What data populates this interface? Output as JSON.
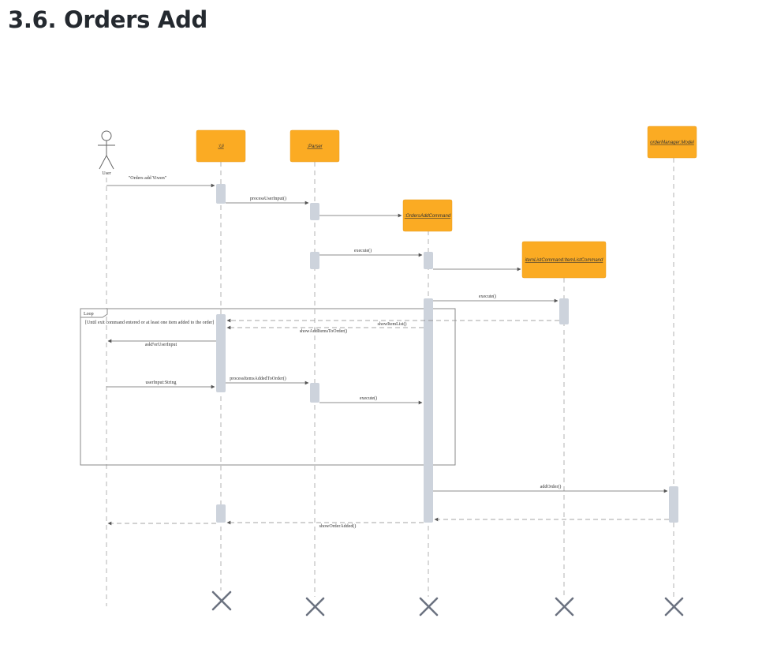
{
  "page": {
    "title": "3.6. Orders Add"
  },
  "colors": {
    "box": "#fbab23",
    "activation": "#cdd3dc",
    "line": "#666666",
    "lifeline": "#b3b3b3",
    "loop": "#8a8a8a",
    "destroy": "#6b7280"
  },
  "actor": {
    "name": "User"
  },
  "participants": [
    {
      "id": "ui",
      "label": ":Ui"
    },
    {
      "id": "parser",
      "label": ":Parser"
    },
    {
      "id": "oac",
      "label": ":OrdersAddCommand"
    },
    {
      "id": "ilc",
      "label": "itemListCommand:ItemListCommand"
    },
    {
      "id": "model",
      "label": "orderManager:Model"
    }
  ],
  "loop": {
    "title": "Loop",
    "guard": "[Until exit command entered or at least one item added to the order]"
  },
  "messages": [
    {
      "id": "m1",
      "label": "\"Orders add Yiwen\""
    },
    {
      "id": "m2",
      "label": "processUserInput()"
    },
    {
      "id": "m3",
      "label": ""
    },
    {
      "id": "m4",
      "label": "execute()"
    },
    {
      "id": "m5",
      "label": ""
    },
    {
      "id": "m6",
      "label": "execute()"
    },
    {
      "id": "m7",
      "label": "showItemList()"
    },
    {
      "id": "m8",
      "label": "showAddItemsToOrder()"
    },
    {
      "id": "m9",
      "label": "askForUserInput"
    },
    {
      "id": "m10",
      "label": "userInput:String"
    },
    {
      "id": "m11",
      "label": "processItemsAddedToOrder()"
    },
    {
      "id": "m12",
      "label": "execute()"
    },
    {
      "id": "m13",
      "label": "addOrder()"
    },
    {
      "id": "m14",
      "label": ""
    },
    {
      "id": "m15",
      "label": "showOrderAdded()"
    }
  ]
}
